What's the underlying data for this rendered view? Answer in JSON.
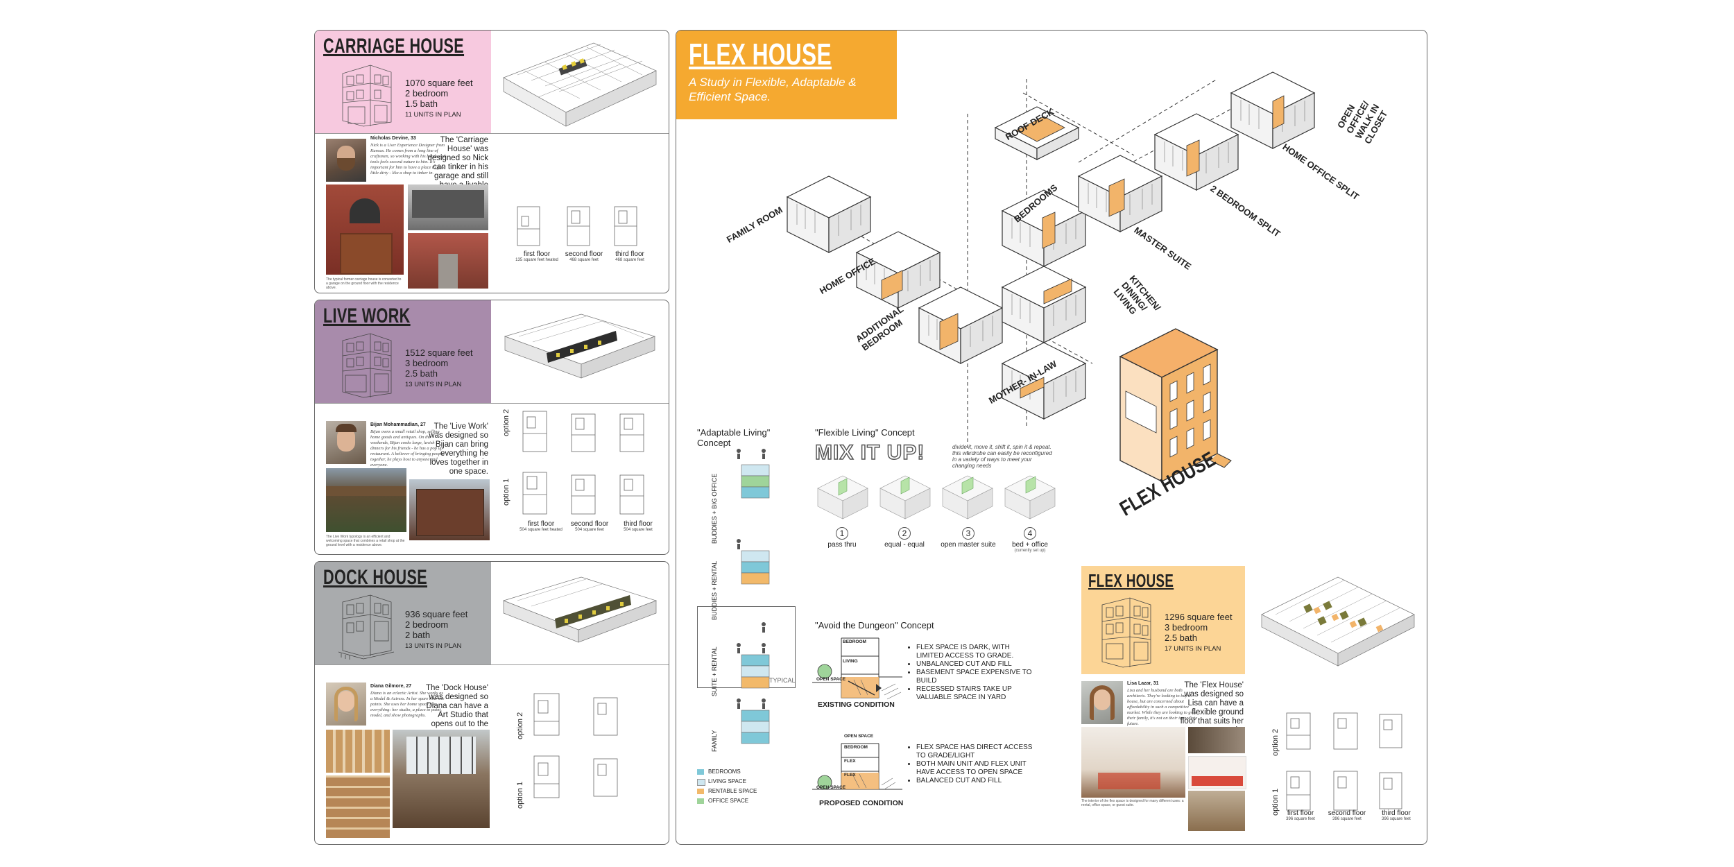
{
  "carriage": {
    "title": "CARRIAGE HOUSE",
    "specs": [
      "1070 square feet",
      "2 bedroom",
      "1.5 bath"
    ],
    "units": "11 UNITS IN PLAN",
    "person_name": "Nicholas Devine, 33",
    "person_bio": "Nick is a User Experience Designer from Kansas. He comes from a long line of craftsmen, so working with his hands and tools feels second nature to him. It's important for him to have a place to get a little dirty - like a shop to tinker in.",
    "quote": "The 'Carriage House' was designed so Nick can tinker in his garage and still have a livable space above.",
    "caption": "The typical former carriage house is converted to a garage on the ground floor with the residence above.",
    "floors": [
      {
        "label": "first floor",
        "sub": "135 square feet heated"
      },
      {
        "label": "second floor",
        "sub": "468 square feet"
      },
      {
        "label": "third floor",
        "sub": "468 square feet"
      }
    ]
  },
  "livework": {
    "title": "LIVE WORK",
    "specs": [
      "1512 square feet",
      "3 bedroom",
      "2.5 bath"
    ],
    "units": "13 UNITS IN PLAN",
    "person_name": "Bijan Mohammadian, 27",
    "person_bio": "Bijan owns a small retail shop, selling home goods and antiques. On the weekends, Bijan cooks large, lavish dinners for his friends - he has a pop up restaurant. A believer of bringing people together, he plays host to anyone and everyone.",
    "quote": "The 'Live Work' was designed so Bijan can bring everything he loves together in one space.",
    "caption": "The Live Work typology is an efficient and welcoming space that combines a retail shop at the ground level with a residence above.",
    "option2": "option 2",
    "option1": "option 1",
    "floors": [
      {
        "label": "first floor",
        "sub": "504 square feet heated"
      },
      {
        "label": "second floor",
        "sub": "504 square feet"
      },
      {
        "label": "third floor",
        "sub": "504 square feet"
      }
    ]
  },
  "dock": {
    "title": "DOCK HOUSE",
    "specs": [
      "936 square feet",
      "2 bedroom",
      "2 bath"
    ],
    "units": "13 UNITS IN PLAN",
    "person_name": "Diana Gilmore, 27",
    "person_bio": "Diana is an eclectic Artist. She works as a Model & Actress. In her spare time she paints. She uses her home space for everything: her studio, a place to paint, model, and show photographs.",
    "quote": "The 'Dock House' was designed so Diana can have a Art Studio that opens out to the street.",
    "option2": "option 2",
    "option1": "option 1"
  },
  "flex": {
    "title": "FLEX HOUSE",
    "subtitle": "A Study in Flexible, Adaptable & Efficient Space.",
    "iso_labels": {
      "roof_deck": "ROOF DECK",
      "open_office": "OPEN OFFICE/ WALK IN CLOSET",
      "home_office_split": "HOME OFFICE SPLIT",
      "two_bed_split": "2 BEDROOM SPLIT",
      "master_suite": "MASTER SUITE",
      "bedrooms": "BEDROOMS",
      "family_room": "FAMILY ROOM",
      "home_office": "HOME OFFICE",
      "additional_bedroom": "ADDITIONAL BEDROOM",
      "kitchen": "KITCHEN/ DINING/ LIVING",
      "mother_in_law": "MOTHER- IN-LAW",
      "flex_house": "FLEX HOUSE"
    },
    "adaptable": {
      "heading": "\"Adaptable Living\" Concept",
      "labels": [
        "BUDDIES + BIG OFFICE",
        "BUDDIES + RENTAL",
        "SUITE + RENTAL",
        "FAMILY"
      ],
      "typical": "TYPICAL",
      "legend": [
        "BEDROOMS",
        "LIVING SPACE",
        "RENTABLE SPACE",
        "OFFICE SPACE"
      ],
      "legend_colors": [
        "#7fc8d8",
        "#cfe7f0",
        "#f2b96a",
        "#9fd49a"
      ]
    },
    "flexible": {
      "heading": "\"Flexible Living\" Concept",
      "mix": "MIX IT UP!",
      "mix_text": "divide it, move it, shift it, spin it & repeat. this wardrobe can easily be reconfigured in a variety of ways to meet your changing needs",
      "options": [
        {
          "num": "1",
          "label": "pass thru",
          "sub": ""
        },
        {
          "num": "2",
          "label": "equal - equal",
          "sub": ""
        },
        {
          "num": "3",
          "label": "open master suite",
          "sub": ""
        },
        {
          "num": "4",
          "label": "bed + office",
          "sub": "(currently set up)"
        }
      ]
    },
    "dungeon": {
      "heading": "\"Avoid the Dungeon\" Concept",
      "existing_label": "EXISTING CONDITION",
      "proposed_label": "PROPOSED CONDITION",
      "existing_tags": [
        "BEDROOM",
        "LIVING",
        "OPEN SPACE"
      ],
      "proposed_tags": [
        "OPEN SPACE",
        "BEDROOM",
        "FLEX",
        "FLEX",
        "OPEN SPACE"
      ],
      "existing_bullets": [
        "FLEX SPACE IS DARK, WITH LIMITED ACCESS TO GRADE.",
        "UNBALANCED CUT AND FILL",
        "BASEMENT SPACE EXPENSIVE TO BUILD",
        "RECESSED STAIRS TAKE UP VALUABLE SPACE IN YARD"
      ],
      "proposed_bullets": [
        "FLEX SPACE HAS DIRECT ACCESS TO GRADE/LIGHT",
        "BOTH MAIN UNIT AND FLEX UNIT HAVE ACCESS TO OPEN SPACE",
        "BALANCED CUT AND FILL"
      ]
    },
    "card": {
      "title": "FLEX HOUSE",
      "specs": [
        "1296 square feet",
        "3 bedroom",
        "2.5 bath"
      ],
      "units": "17 UNITS IN PLAN",
      "person_name": "Lisa Lazar, 31",
      "person_bio": "Lisa and her husband are both architects. They're looking to buy a house, but are concerned about affordability in such a competitive market. While they are looking to grow their family, it's not on their immediate future.",
      "quote": "The 'Flex House' was designed so Lisa can have a flexible ground floor that suits her needs.",
      "caption": "The interior of the flex space is designed for many different uses: a rental, office space, or guest suite.",
      "option2": "option 2",
      "option1": "option 1",
      "floors": [
        {
          "label": "first floor",
          "sub": "396 square feet"
        },
        {
          "label": "second floor",
          "sub": "396 square feet"
        },
        {
          "label": "third floor",
          "sub": "396 square feet"
        }
      ]
    }
  },
  "colors": {
    "carriage": "#f7c9df",
    "livework": "#a88bab",
    "dock": "#a9abad",
    "flex_orange": "#f5a930",
    "flex_card": "#fcd596",
    "wood": "#f2b46a"
  }
}
